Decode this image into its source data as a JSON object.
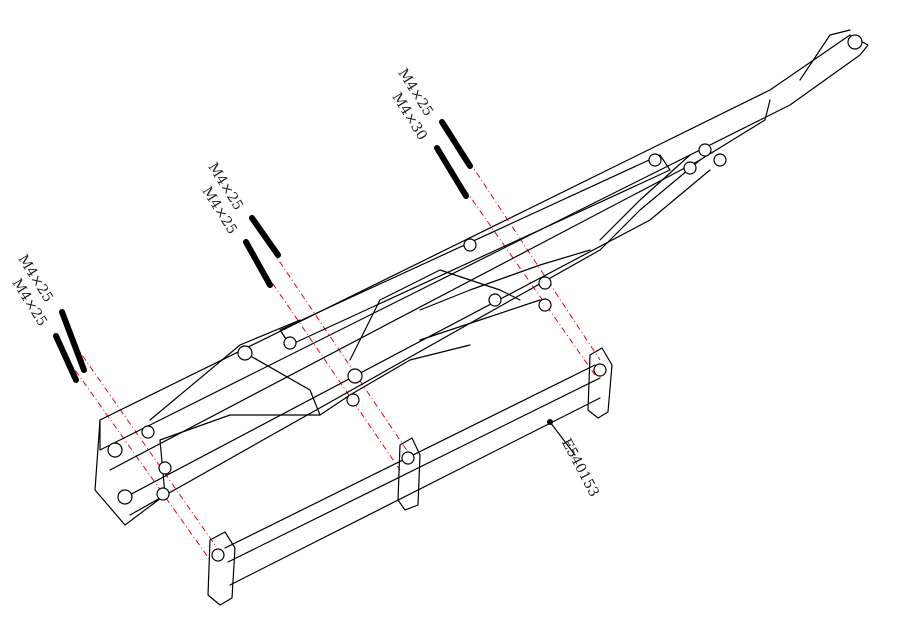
{
  "screw_labels": {
    "left": [
      "M4×25",
      "M4×25"
    ],
    "middle": [
      "M4×25",
      "M4×25"
    ],
    "right": [
      "M4×25",
      "M4×30"
    ]
  },
  "part_number": "E540153",
  "colors": {
    "line": "#000000",
    "centerline": "#e00000"
  }
}
